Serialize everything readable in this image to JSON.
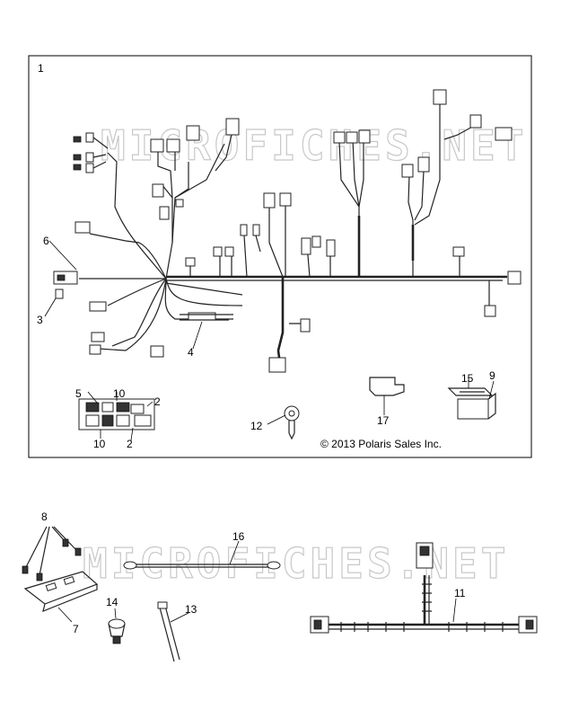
{
  "watermark": "MICROFICHES.NET",
  "copyright": "© 2013 Polaris Sales Inc.",
  "callouts": {
    "c1": "1",
    "c2a": "2",
    "c2b": "2",
    "c3": "3",
    "c4": "4",
    "c5": "5",
    "c6": "6",
    "c7": "7",
    "c8": "8",
    "c9": "9",
    "c10a": "10",
    "c10b": "10",
    "c11": "11",
    "c12": "12",
    "c13": "13",
    "c14": "14",
    "c15": "15",
    "c16": "16",
    "c17": "17"
  }
}
